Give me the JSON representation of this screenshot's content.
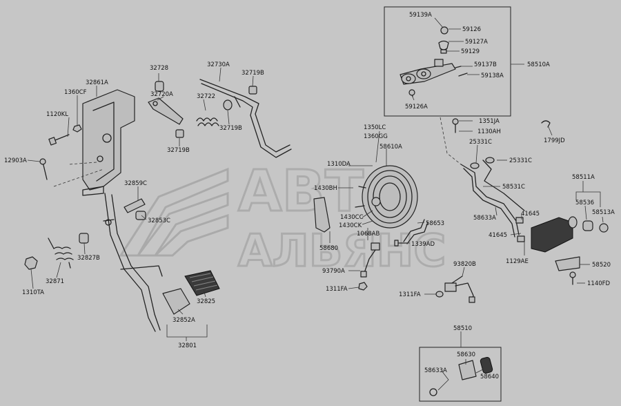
{
  "watermark": {
    "line1": "АВТО",
    "line2": "АЛЬЯНС"
  },
  "labels": {
    "p32728": "32728",
    "p32730A": "32730A",
    "p32719B_1": "32719B",
    "p32861A": "32861A",
    "p1360CF": "1360CF",
    "p32720A": "32720A",
    "p32722": "32722",
    "p32719B_2": "32719B",
    "p32719B_3": "32719B",
    "p1120KL": "1120KL",
    "p12903A": "12903A",
    "p32859C": "32859C",
    "p32853C": "32853C",
    "p32827B": "32827B",
    "p1310TA": "1310TA",
    "p32871": "32871",
    "p32825": "32825",
    "p32852A": "32852A",
    "p32801": "32801",
    "p59139A": "59139A",
    "p59126": "59126",
    "p59127A": "59127A",
    "p59129": "59129",
    "p59137B": "59137B",
    "p59138A": "59138A",
    "p59126A": "59126A",
    "p58510A": "58510A",
    "p1351JA": "1351JA",
    "p1130AH": "1130AH",
    "p1799JD": "1799JD",
    "p1350LC": "1350LC",
    "p1360GG": "1360GG",
    "p58610A": "58610A",
    "p1310DA": "1310DA",
    "p25331C_1": "25331C",
    "p25331C_2": "25331C",
    "p58531C": "58531C",
    "p1430BH": "1430BH",
    "p58633A": "58633A",
    "p41645_1": "41645",
    "p41645_2": "41645",
    "p58511A": "58511A",
    "p58536": "58536",
    "p58513A": "58513A",
    "p1430CC": "1430CC",
    "p1430CK": "1430CK",
    "p58653": "58653",
    "p58680": "58680",
    "p1068AB": "1068AB",
    "p1339AD": "1339AD",
    "p1129AE": "1129AE",
    "p58520": "58520",
    "p93790A": "93790A",
    "p93820B": "93820B",
    "p1140FD": "1140FD",
    "p1311FA_1": "1311FA",
    "p1311FA_2": "1311FA",
    "p58510": "58510",
    "p58630": "58630",
    "p58633A_2": "58633A",
    "p58640": "58640"
  }
}
